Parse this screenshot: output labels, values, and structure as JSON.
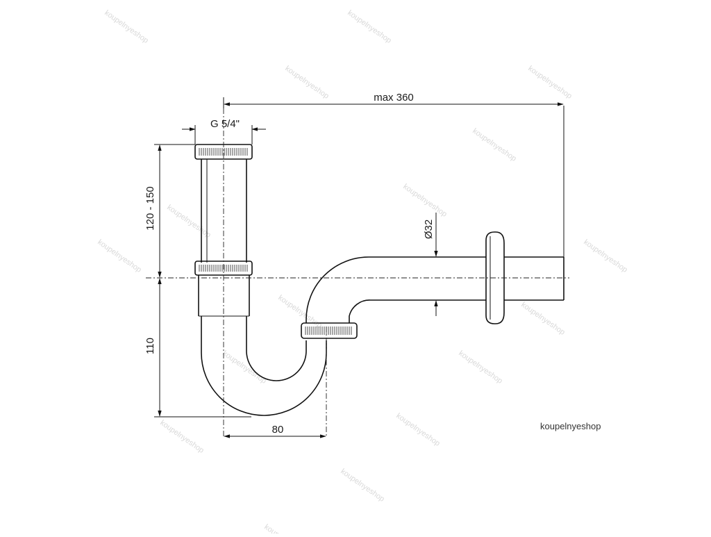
{
  "dimensions": {
    "max_length": "max 360",
    "thread": "G 5/4\"",
    "upper_height": "120 - 150",
    "lower_height": "110",
    "offset": "80",
    "pipe_diameter": "Ø32"
  },
  "brand": "koupelnyeshop",
  "watermark": "koupelnyeshop",
  "colors": {
    "line": "#111111",
    "watermark": "#d9d9d9"
  }
}
